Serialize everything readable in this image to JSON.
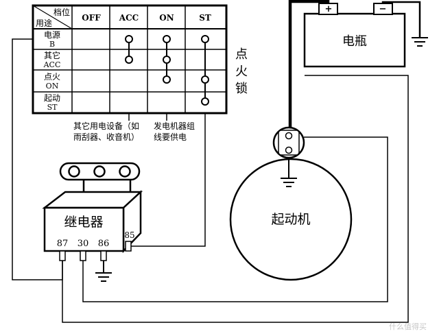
{
  "switch_table": {
    "corner_top": "档位",
    "corner_bottom": "用途",
    "columns": [
      "OFF",
      "ACC",
      "ON",
      "ST"
    ],
    "rows": [
      {
        "name": "电源",
        "code": "B"
      },
      {
        "name": "其它",
        "code": "ACC"
      },
      {
        "name": "点火",
        "code": "ON"
      },
      {
        "name": "起动",
        "code": "ST"
      }
    ]
  },
  "ignition_lock_label": [
    "点",
    "火",
    "锁"
  ],
  "note_accessories": [
    "其它用电设备（如",
    "雨刮器、收音机）"
  ],
  "note_generator": [
    "发电机器组",
    "线要供电"
  ],
  "battery": {
    "label": "电瓶",
    "positive": "+",
    "negative": "−"
  },
  "starter_label": "起动机",
  "relay": {
    "label": "继电器",
    "pins": [
      "87",
      "30",
      "86"
    ],
    "pin85": "85"
  },
  "watermark": "什么值得买"
}
